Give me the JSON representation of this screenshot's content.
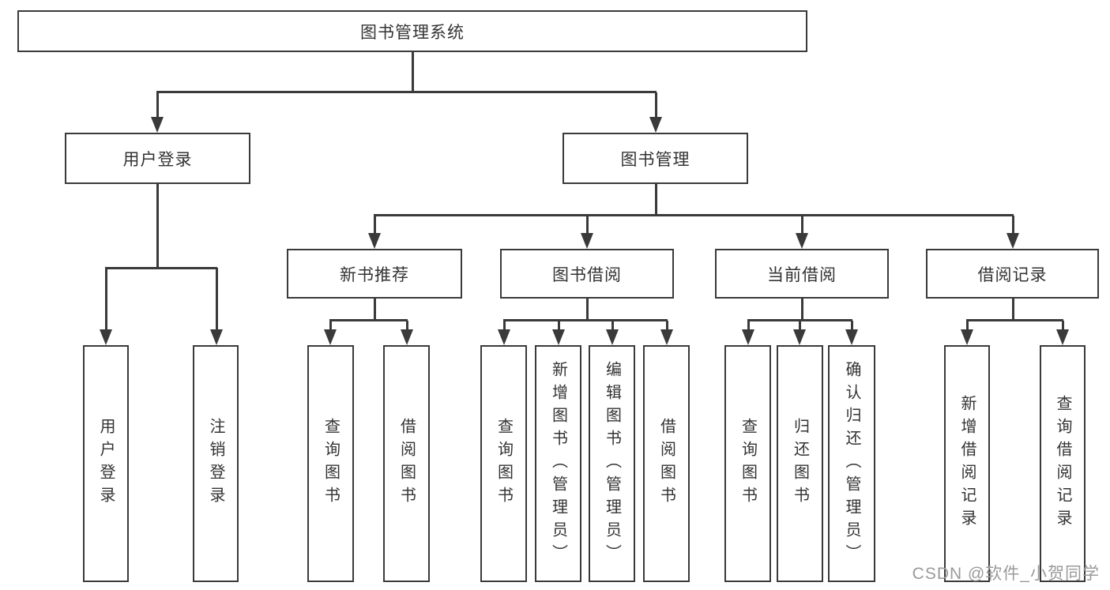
{
  "title": "图书管理系统",
  "tree": {
    "label": "图书管理系统",
    "children": [
      {
        "label": "用户登录",
        "children": [
          {
            "label": "用户登录"
          },
          {
            "label": "注销登录"
          }
        ]
      },
      {
        "label": "图书管理",
        "children": [
          {
            "label": "新书推荐",
            "children": [
              {
                "label": "查询图书"
              },
              {
                "label": "借阅图书"
              }
            ]
          },
          {
            "label": "图书借阅",
            "children": [
              {
                "label": "查询图书"
              },
              {
                "label": "新增图书（管理员）"
              },
              {
                "label": "编辑图书（管理员）"
              },
              {
                "label": "借阅图书"
              }
            ]
          },
          {
            "label": "当前借阅",
            "children": [
              {
                "label": "查询图书"
              },
              {
                "label": "归还图书"
              },
              {
                "label": "确认归还（管理员）"
              }
            ]
          },
          {
            "label": "借阅记录",
            "children": [
              {
                "label": "新增借阅记录"
              },
              {
                "label": "查询借阅记录"
              }
            ]
          }
        ]
      }
    ]
  },
  "watermark": "CSDN @软件_小贺同学",
  "colors": {
    "line": "#3a3a3a",
    "text": "#333333",
    "box_fill": "#ffffff",
    "background": "#ffffff",
    "watermark": "#9a9a9a"
  }
}
